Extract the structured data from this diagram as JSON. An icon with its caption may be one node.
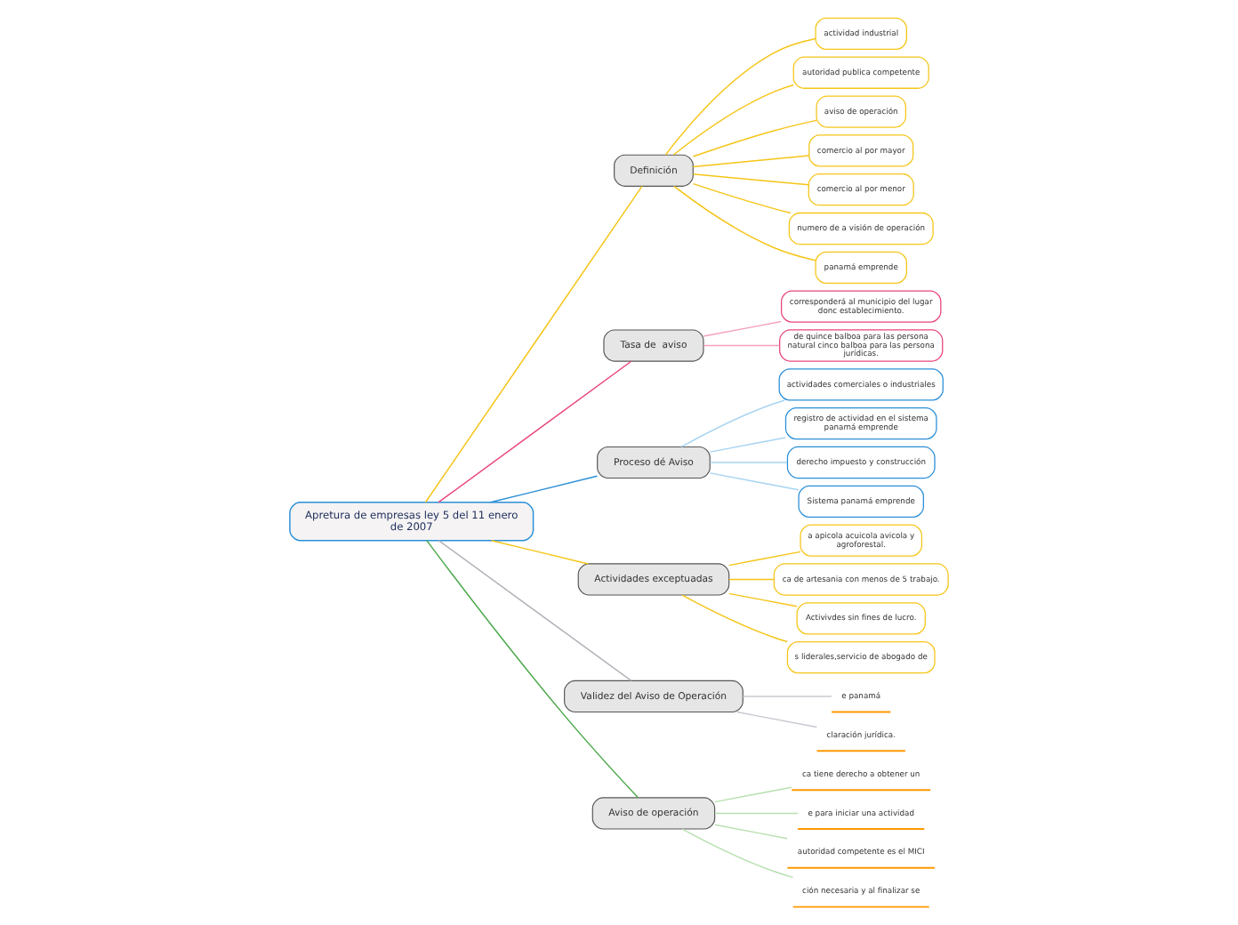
{
  "diagram": {
    "nodes": [
      {
        "text": [
          "Apretura de empresas ley 5 del 11 enero de 2007"
        ]
      },
      {
        "text": [
          "Definición"
        ]
      },
      {
        "text": [
          "actividad industrial"
        ]
      },
      {
        "text": [
          "autoridad publica competente"
        ]
      },
      {
        "text": [
          "aviso de operación"
        ]
      },
      {
        "text": [
          "comercio al por mayor"
        ]
      },
      {
        "text": [
          "comercio al por menor"
        ]
      },
      {
        "text": [
          "numero de a visión de operación"
        ]
      },
      {
        "text": [
          "panamá emprende"
        ]
      },
      {
        "text": [
          "Tasa de  aviso"
        ]
      },
      {
        "text": [
          "corresponderá al municipio del lugar donc establecimiento."
        ]
      },
      {
        "text": [
          "de quince balboa para las persona natural cinco balboa para las persona jurídicas."
        ]
      },
      {
        "text": [
          "Proceso dé Aviso"
        ]
      },
      {
        "text": [
          "actividades comerciales o industriales"
        ]
      },
      {
        "text": [
          "registro de actividad en el sistema panamá emprende"
        ]
      },
      {
        "text": [
          "derecho impuesto y construcción"
        ]
      },
      {
        "text": [
          "Sistema panamá emprende"
        ]
      },
      {
        "text": [
          "Actividades exceptuadas"
        ]
      },
      {
        "text": [
          "a apicola acuicola avicola y agroforestal."
        ]
      },
      {
        "text": [
          "ca de artesania con menos de 5 trabajo."
        ]
      },
      {
        "text": [
          "Activivdes sin fines de lucro."
        ]
      },
      {
        "text": [
          "s liderales,servicio de abogado de"
        ]
      },
      {
        "text": [
          "Validez del Aviso de Operación"
        ]
      },
      {
        "text": [
          "e panamá"
        ]
      },
      {
        "text": [
          "claración jurídica."
        ]
      },
      {
        "text": [
          "Aviso de operación"
        ]
      },
      {
        "text": [
          "ca tiene derecho a obtener un"
        ]
      },
      {
        "text": [
          "e para iniciar una actividad"
        ]
      },
      {
        "text": [
          "autoridad competente es el MICI"
        ]
      },
      {
        "text": [
          "ción necesaria y al finalizar se"
        ]
      }
    ],
    "edges": [
      {
        "from": 0,
        "to": 1,
        "arrow": "none"
      },
      {
        "from": 1,
        "to": 2,
        "arrow": "none"
      },
      {
        "from": 1,
        "to": 3,
        "arrow": "none"
      },
      {
        "from": 1,
        "to": 4,
        "arrow": "none"
      },
      {
        "from": 1,
        "to": 5,
        "arrow": "none"
      },
      {
        "from": 1,
        "to": 6,
        "arrow": "none"
      },
      {
        "from": 1,
        "to": 7,
        "arrow": "none"
      },
      {
        "from": 1,
        "to": 8,
        "arrow": "none"
      },
      {
        "from": 0,
        "to": 9,
        "arrow": "none",
        "color": "#e8457a"
      },
      {
        "from": 9,
        "to": 10,
        "arrow": "none",
        "color": "#f4a0bd"
      },
      {
        "from": 9,
        "to": 11,
        "arrow": "none",
        "color": "#f4a0bd"
      },
      {
        "from": 0,
        "to": 12,
        "arrow": "none",
        "color": "#2a8fd8"
      },
      {
        "from": 12,
        "to": 13,
        "arrow": "none",
        "color": "#a8d4f2"
      },
      {
        "from": 12,
        "to": 14,
        "arrow": "none",
        "color": "#a8d4f2"
      },
      {
        "from": 12,
        "to": 15,
        "arrow": "none",
        "color": "#a8d4f2"
      },
      {
        "from": 12,
        "to": 16,
        "arrow": "none",
        "color": "#a8d4f2"
      },
      {
        "from": 0,
        "to": 17,
        "arrow": "none"
      },
      {
        "from": 17,
        "to": 18,
        "arrow": "none"
      },
      {
        "from": 17,
        "to": 19,
        "arrow": "none"
      },
      {
        "from": 17,
        "to": 20,
        "arrow": "none"
      },
      {
        "from": 17,
        "to": 21,
        "arrow": "none"
      },
      {
        "from": 0,
        "to": 22,
        "arrow": "none",
        "color": "#b0b0b8"
      },
      {
        "from": 22,
        "to": 23,
        "arrow": "none",
        "color": "#c8c8d0"
      },
      {
        "from": 22,
        "to": 24,
        "arrow": "none",
        "color": "#c8c8d0"
      },
      {
        "from": 0,
        "to": 25,
        "arrow": "none",
        "color": "#4aa84a"
      },
      {
        "from": 25,
        "to": 26,
        "arrow": "none",
        "color": "#b8e0b0"
      },
      {
        "from": 25,
        "to": 27,
        "arrow": "none",
        "color": "#b8e0b0"
      },
      {
        "from": 25,
        "to": 28,
        "arrow": "none",
        "color": "#b8e0b0"
      },
      {
        "from": 25,
        "to": 29,
        "arrow": "none",
        "color": "#b8e0b0"
      }
    ]
  }
}
